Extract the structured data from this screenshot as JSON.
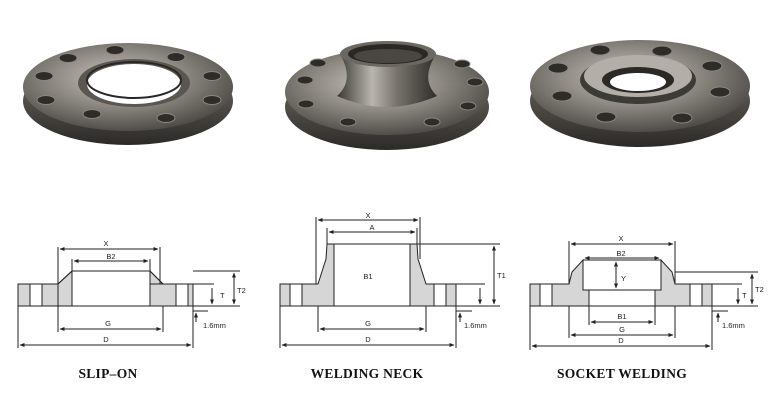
{
  "flanges": [
    {
      "id": "slip-on",
      "caption": "SLIP–ON",
      "dims": {
        "x": "X",
        "b": "B2",
        "g": "G",
        "d": "D",
        "t": "T2",
        "t_small": "T",
        "gap": "1.6mm"
      }
    },
    {
      "id": "welding-neck",
      "caption": "WELDING NECK",
      "dims": {
        "x": "X",
        "a": "A",
        "b": "B1",
        "g": "G",
        "d": "D",
        "t": "T1",
        "gap": "1.6mm"
      }
    },
    {
      "id": "socket-welding",
      "caption": "SOCKET WELDING",
      "dims": {
        "x": "X",
        "b": "B2",
        "y": "Y",
        "b1": "B1",
        "g": "G",
        "d": "D",
        "t": "T2",
        "t_small": "T",
        "gap": "1.6mm"
      }
    }
  ],
  "colors": {
    "metal_dark": "#3f3d3a",
    "metal_light": "#a7a39c",
    "section_fill": "#d6d6d6",
    "line": "#222222"
  }
}
